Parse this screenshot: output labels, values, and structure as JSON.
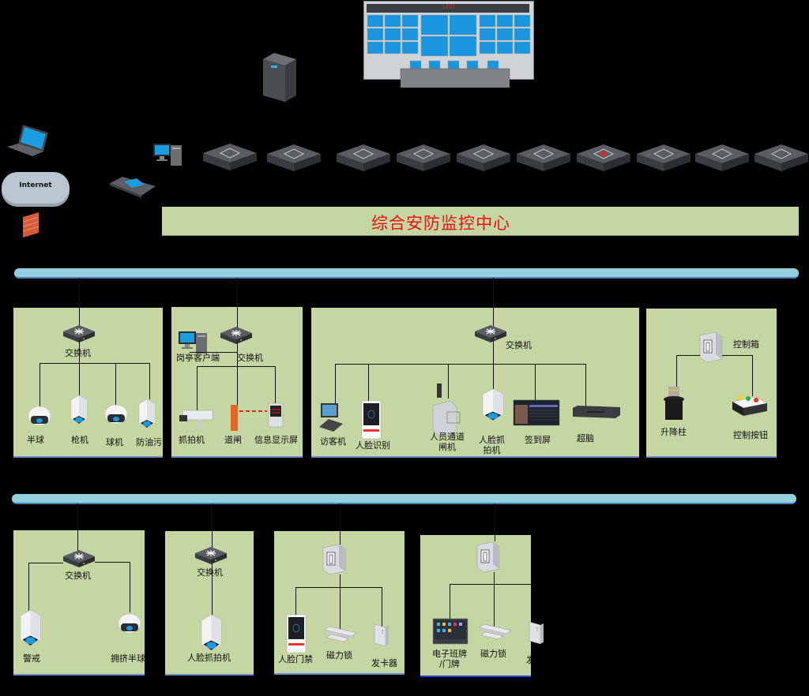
{
  "title": "综合安防监控中心",
  "top": {
    "video_wall_label": "LED",
    "internet_label": "Internet"
  },
  "servers": [
    {
      "icon": "nvr-server-icon"
    },
    {
      "icon": "tv-server-icon"
    },
    {
      "icon": "globe-server-icon"
    },
    {
      "icon": "map-server-icon"
    },
    {
      "icon": "fan-server-icon"
    },
    {
      "icon": "database-server-icon"
    },
    {
      "icon": "shield-server-icon"
    },
    {
      "icon": "search-server-icon"
    },
    {
      "icon": "gear-server-icon"
    },
    {
      "icon": "storage-server-icon"
    }
  ],
  "zones_row1": [
    {
      "switch_label": "交换机",
      "devices": [
        "半球",
        "枪机",
        "球机",
        "防油污"
      ]
    },
    {
      "client_label": "岗亭客户端",
      "switch_label": "交换机",
      "devices": [
        "抓拍机",
        "道闸",
        "信息显示屏"
      ]
    },
    {
      "switch_label": "交换机",
      "devices": [
        "访客机",
        "人脸识别",
        "人员通道\n闸机",
        "人脸抓\n拍机",
        "签到屏",
        "超脑"
      ]
    },
    {
      "controller_label": "控制箱",
      "devices": [
        "升降柱",
        "控制按钮"
      ]
    }
  ],
  "zones_row2": [
    {
      "switch_label": "交换机",
      "devices": [
        "警戒",
        "拥挤半球"
      ]
    },
    {
      "switch_label": "交换机",
      "devices": [
        "人脸抓拍机"
      ]
    },
    {
      "devices": [
        "人脸门禁",
        "磁力锁",
        "发卡器"
      ]
    },
    {
      "devices": [
        "电子班牌\n/门牌",
        "磁力锁",
        "发"
      ]
    }
  ],
  "colors": {
    "panel": "#c5d6a3",
    "bus": "#93cfdc",
    "title": "#ee1111"
  }
}
